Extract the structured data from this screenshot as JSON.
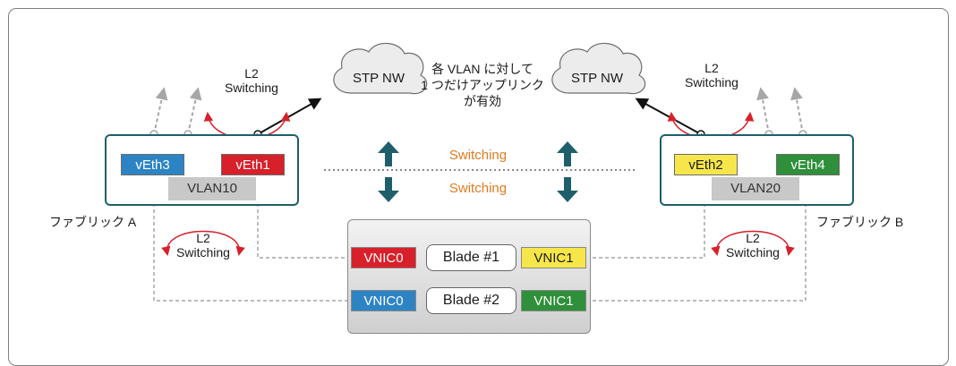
{
  "clouds": {
    "left_label": "STP NW",
    "right_label": "STP NW"
  },
  "note": {
    "line1": "各 VLAN に対して",
    "line2": "1 つだけアップリンク",
    "line3": "が有効"
  },
  "switching": {
    "upper": "Switching",
    "lower": "Switching"
  },
  "l2_labels": {
    "top_left": [
      "L2",
      "Switching"
    ],
    "top_right": [
      "L2",
      "Switching"
    ],
    "bottom_left": [
      "L2",
      "Switching"
    ],
    "bottom_right": [
      "L2",
      "Switching"
    ]
  },
  "fabric_a": {
    "label": "ファブリック A",
    "veth_left": "vEth3",
    "veth_right": "vEth1",
    "vlan": "VLAN10"
  },
  "fabric_b": {
    "label": "ファブリック B",
    "veth_left": "vEth2",
    "veth_right": "vEth4",
    "vlan": "VLAN20"
  },
  "blades": [
    {
      "vnic_left": "VNIC0",
      "name": "Blade #1",
      "vnic_right": "VNIC1"
    },
    {
      "vnic_left": "VNIC0",
      "name": "Blade #2",
      "vnic_right": "VNIC1"
    }
  ],
  "colors": {
    "teal": "#1f5f6b",
    "arrow_red": "#d8202a",
    "dashed_gray": "#a6a6a6",
    "orange": "#e07a1f",
    "blue": "#2d84c5",
    "red": "#d8202a",
    "yellow": "#f6e64a",
    "green": "#2f8f3a"
  }
}
